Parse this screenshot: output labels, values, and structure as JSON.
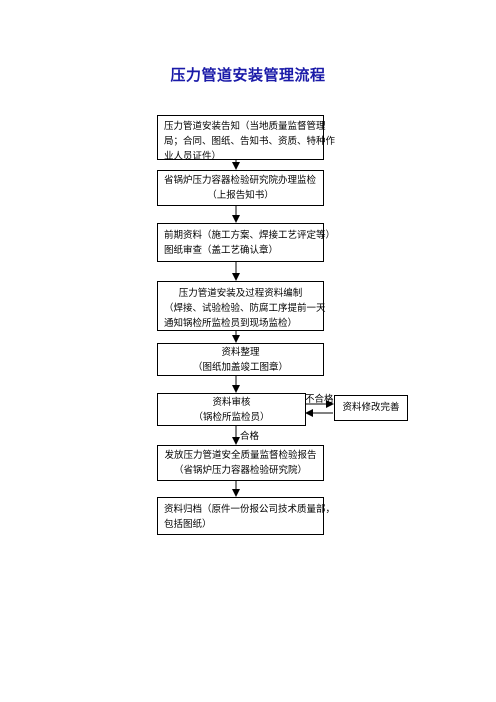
{
  "title": "压力管道安装管理流程",
  "steps": [
    {
      "lines": [
        "压力管道安装告知（当地质量监督管理",
        "局；合同、图纸、告知书、资质、特种作",
        "业人员证件）"
      ]
    },
    {
      "lines": [
        "省锅炉压力容器检验研究院办理监检",
        "（上报告知书）"
      ]
    },
    {
      "lines": [
        "前期资料（施工方案、焊接工艺评定等）",
        "图纸审查（盖工艺确认章）"
      ]
    },
    {
      "lines": [
        "压力管道安装及过程资料编制",
        "（焊接、试验检验、防腐工序提前一天",
        "通知锅检所监检员到现场监检）"
      ]
    },
    {
      "lines": [
        "资料整理",
        "（图纸加盖竣工图章）"
      ]
    },
    {
      "lines": [
        "资料审核",
        "（锅检所监检员）"
      ]
    },
    {
      "lines": [
        "发放压力管道安全质量监督检验报告",
        "（省锅炉压力容器检验研究院）"
      ]
    },
    {
      "lines": [
        "资料归档（原件一份报公司技术质量部，",
        "包括图纸）"
      ]
    }
  ],
  "side_box": "资料修改完善",
  "labels": {
    "fail": "不合格",
    "pass": "合格"
  }
}
